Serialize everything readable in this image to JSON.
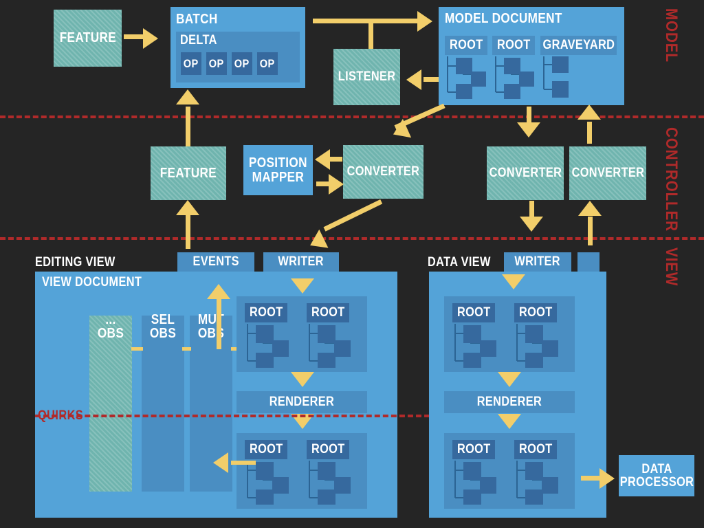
{
  "bands": [
    {
      "id": "model",
      "label": "MODEL"
    },
    {
      "id": "controller",
      "label": "CONTROLLER"
    },
    {
      "id": "view",
      "label": "VIEW"
    }
  ],
  "model": {
    "feature": {
      "label": "FEATURE"
    },
    "batch": {
      "label": "BATCH",
      "delta_label": "DELTA",
      "ops": [
        "OP",
        "OP",
        "OP",
        "OP"
      ]
    },
    "listener": {
      "label": "LISTENER"
    },
    "model_document": {
      "label": "MODEL DOCUMENT",
      "roots": [
        "ROOT",
        "ROOT",
        "GRAVEYARD"
      ]
    }
  },
  "controller": {
    "feature": {
      "label": "FEATURE"
    },
    "position_mapper": {
      "label": "POSITION MAPPER",
      "line1": "POSITION",
      "line2": "MAPPER"
    },
    "converter_editing": {
      "label": "CONVERTER"
    },
    "converter_data_down": {
      "label": "CONVERTER"
    },
    "converter_data_up": {
      "label": "CONVERTER"
    }
  },
  "view": {
    "editing_view": {
      "title": "EDITING VIEW",
      "events_label": "EVENTS",
      "writer_label": "WRITER",
      "view_document_label": "VIEW DOCUMENT",
      "observers": [
        {
          "line1": "...",
          "line2": "OBS",
          "style": "teal"
        },
        {
          "line1": "SEL",
          "line2": "OBS",
          "style": "blue"
        },
        {
          "line1": "MUT",
          "line2": "OBS",
          "style": "blue"
        }
      ],
      "upper_roots": [
        "ROOT",
        "ROOT"
      ],
      "renderer_label": "RENDERER",
      "lower_roots": [
        "ROOT",
        "ROOT"
      ],
      "quirks_label": "QUIRKS"
    },
    "data_view": {
      "title": "DATA VIEW",
      "writer_label": "WRITER",
      "upper_roots": [
        "ROOT",
        "ROOT"
      ],
      "renderer_label": "RENDERER",
      "lower_roots": [
        "ROOT",
        "ROOT"
      ]
    },
    "data_processor": {
      "label": "DATA PROCESSOR",
      "line1": "DATA",
      "line2": "PROCESSOR"
    }
  },
  "colors": {
    "background": "#252525",
    "teal": "#6fb4ae",
    "light_blue": "#54a3d8",
    "mid_blue": "#4a8ec2",
    "dark_blue": "#36699e",
    "arrow_yellow": "#f2ce6a",
    "band_red": "#b02a2a",
    "text_white": "#ffffff"
  }
}
